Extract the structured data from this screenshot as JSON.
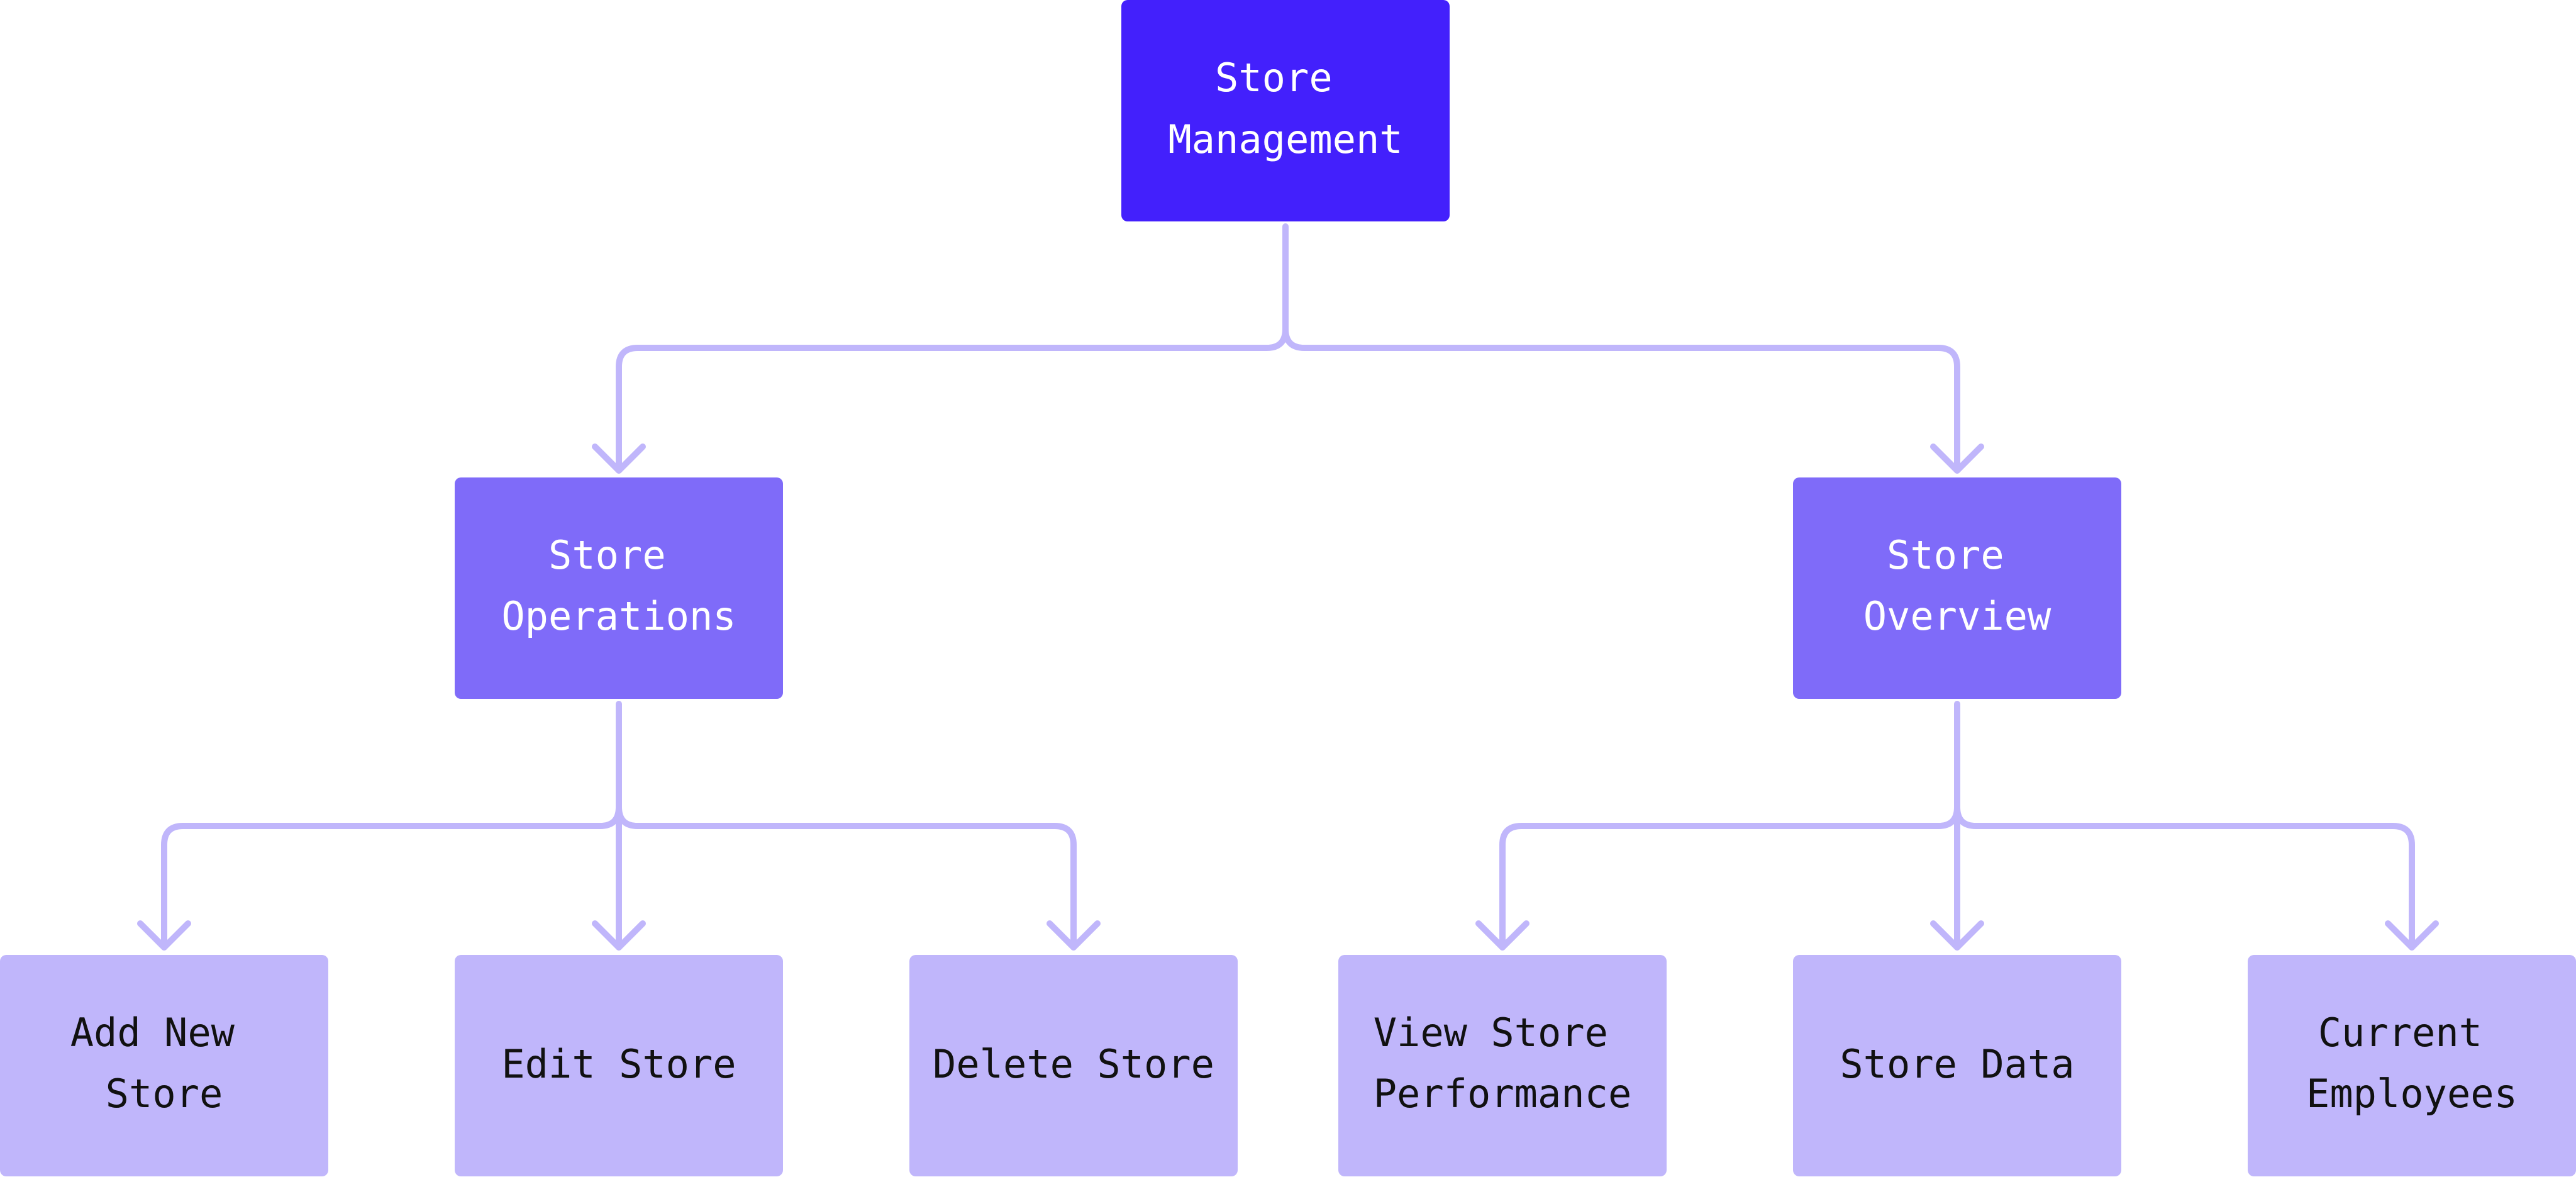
{
  "colors": {
    "root_fill": "#4320fc",
    "level1_fill": "#7f6bf9",
    "leaf_fill": "#c0b6fb",
    "connector": "#c0b6fb",
    "light_text": "#ffffff",
    "dark_text": "#111111"
  },
  "diagram": {
    "root": {
      "lines": [
        "Store",
        "Management"
      ]
    },
    "branches": [
      {
        "lines": [
          "Store",
          "Operations"
        ],
        "children": [
          {
            "lines": [
              "Add New",
              "Store"
            ]
          },
          {
            "lines": [
              "Edit Store"
            ]
          },
          {
            "lines": [
              "Delete Store"
            ]
          }
        ]
      },
      {
        "lines": [
          "Store",
          "Overview"
        ],
        "children": [
          {
            "lines": [
              "View Store",
              "Performance"
            ]
          },
          {
            "lines": [
              "Store Data"
            ]
          },
          {
            "lines": [
              "Current",
              "Employees"
            ]
          }
        ]
      }
    ]
  }
}
